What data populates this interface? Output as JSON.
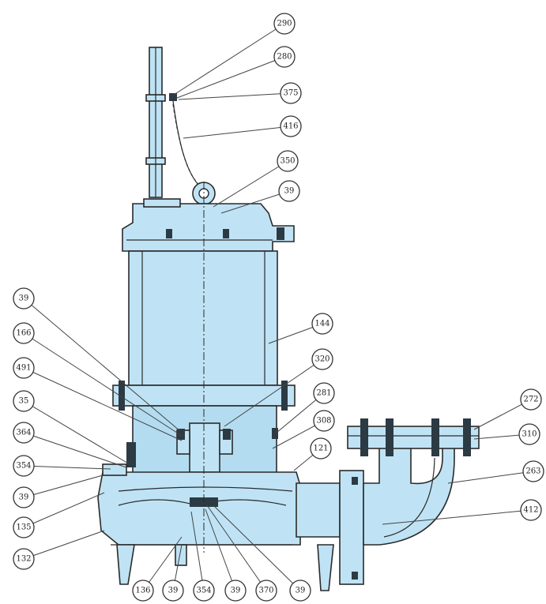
{
  "callouts": [
    {
      "id": "c-290",
      "label": "290"
    },
    {
      "id": "c-280",
      "label": "280"
    },
    {
      "id": "c-375",
      "label": "375"
    },
    {
      "id": "c-416",
      "label": "416"
    },
    {
      "id": "c-350",
      "label": "350"
    },
    {
      "id": "c-39-2",
      "label": "39"
    },
    {
      "id": "c-144",
      "label": "144"
    },
    {
      "id": "c-320",
      "label": "320"
    },
    {
      "id": "c-281",
      "label": "281"
    },
    {
      "id": "c-308",
      "label": "308"
    },
    {
      "id": "c-272",
      "label": "272"
    },
    {
      "id": "c-310",
      "label": "310"
    },
    {
      "id": "c-121",
      "label": "121"
    },
    {
      "id": "c-263",
      "label": "263"
    },
    {
      "id": "c-412",
      "label": "412"
    },
    {
      "id": "c-39-a",
      "label": "39"
    },
    {
      "id": "c-166",
      "label": "166"
    },
    {
      "id": "c-491",
      "label": "491"
    },
    {
      "id": "c-35",
      "label": "35"
    },
    {
      "id": "c-364",
      "label": "364"
    },
    {
      "id": "c-354",
      "label": "354"
    },
    {
      "id": "c-39-b",
      "label": "39"
    },
    {
      "id": "c-135",
      "label": "135"
    },
    {
      "id": "c-132",
      "label": "132"
    },
    {
      "id": "c-136",
      "label": "136"
    },
    {
      "id": "c-39-c",
      "label": "39"
    },
    {
      "id": "c-354-b",
      "label": "354"
    },
    {
      "id": "c-39-d",
      "label": "39"
    },
    {
      "id": "c-370",
      "label": "370"
    },
    {
      "id": "c-39-e",
      "label": "39"
    }
  ],
  "colors": {
    "body": "#bfe3f5",
    "outline": "#2a2a2a"
  }
}
